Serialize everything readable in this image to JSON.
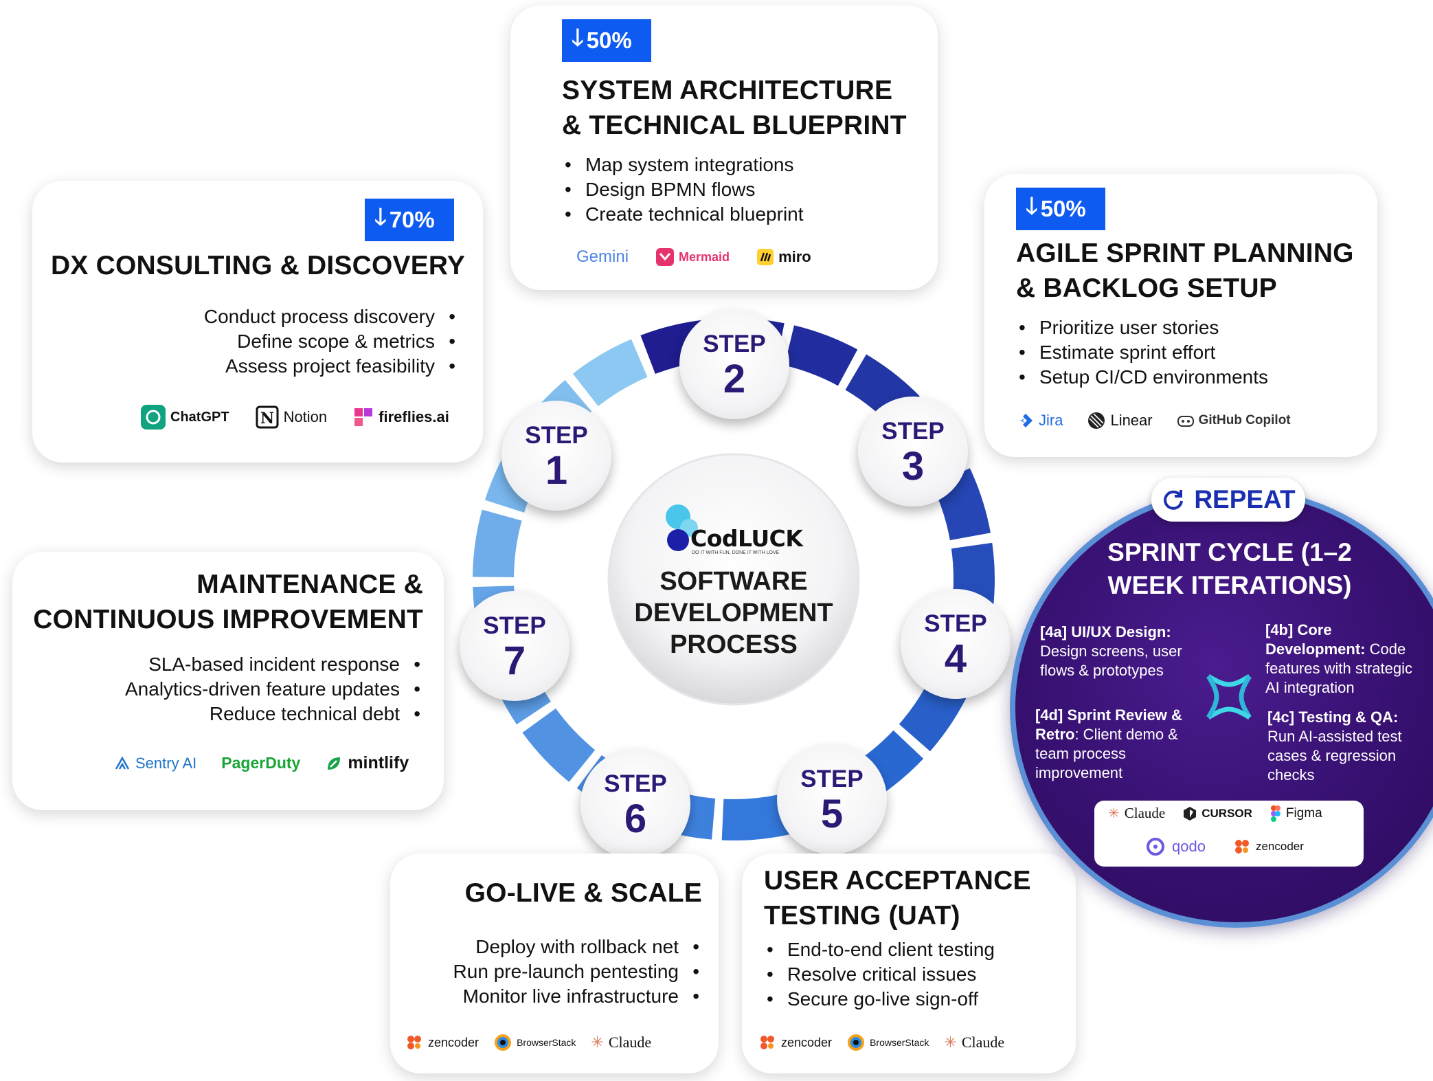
{
  "center": {
    "logo_text": "CodLUCK",
    "tagline": "DO IT WITH FUN, DONE IT WITH LOVE",
    "title_line1": "SOFTWARE",
    "title_line2": "DEVELOPMENT",
    "title_line3": "PROCESS"
  },
  "steps": [
    {
      "label": "STEP",
      "num": "1"
    },
    {
      "label": "STEP",
      "num": "2"
    },
    {
      "label": "STEP",
      "num": "3"
    },
    {
      "label": "STEP",
      "num": "4"
    },
    {
      "label": "STEP",
      "num": "5"
    },
    {
      "label": "STEP",
      "num": "6"
    },
    {
      "label": "STEP",
      "num": "7"
    }
  ],
  "cards": {
    "dx": {
      "badge": "70%",
      "title": "DX CONSULTING & DISCOVERY",
      "bullets": [
        "Conduct process discovery",
        "Define scope & metrics",
        "Assess project feasibility"
      ],
      "tools": [
        "ChatGPT",
        "Notion",
        "fireflies.ai"
      ]
    },
    "arch": {
      "badge": "50%",
      "title_line1": "SYSTEM ARCHITECTURE",
      "title_line2": "& TECHNICAL BLUEPRINT",
      "bullets": [
        "Map system integrations",
        "Design BPMN flows",
        "Create technical blueprint"
      ],
      "tools": [
        "Gemini",
        "Mermaid",
        "miro"
      ]
    },
    "agile": {
      "badge": "50%",
      "title_line1": "AGILE SPRINT PLANNING",
      "title_line2": "& BACKLOG SETUP",
      "bullets": [
        "Prioritize user stories",
        "Estimate sprint effort",
        "Setup CI/CD environments"
      ],
      "tools": [
        "Jira",
        "Linear",
        "GitHub Copilot"
      ]
    },
    "maint": {
      "title_line1": "MAINTENANCE &",
      "title_line2": "CONTINUOUS IMPROVEMENT",
      "bullets": [
        "SLA-based incident response",
        "Analytics-driven feature updates",
        "Reduce technical debt"
      ],
      "tools": [
        "Sentry AI",
        "PagerDuty",
        "mintlify"
      ]
    },
    "golive": {
      "title": "GO-LIVE & SCALE",
      "bullets": [
        "Deploy with rollback net",
        "Run pre-launch pentesting",
        "Monitor live infrastructure"
      ],
      "tools": [
        "zencoder",
        "BrowserStack",
        "Claude"
      ]
    },
    "uat": {
      "title_line1": "USER ACCEPTANCE",
      "title_line2": "TESTING (UAT)",
      "bullets": [
        "End-to-end client testing",
        "Resolve critical issues",
        "Secure go-live sign-off"
      ],
      "tools": [
        "zencoder",
        "BrowserStack",
        "Claude"
      ]
    }
  },
  "sprint": {
    "repeat_label": "REPEAT",
    "title_line1": "SPRINT CYCLE (1–2",
    "title_line2": "WEEK ITERATIONS)",
    "a_head": "[4a] UI/UX Design:",
    "a_text": "Design screens, user flows & prototypes",
    "b_head": "[4b] Core Development:",
    "b_text": "Code features with strategic AI integration",
    "c_head": "[4c] Testing & QA:",
    "c_text": "Run AI-assisted test cases & regression checks",
    "d_head": "[4d] Sprint Review & Retro",
    "d_text": ": Client demo & team process improvement",
    "tools_row1": [
      "Claude",
      "CURSOR",
      "Figma"
    ],
    "tools_row2": [
      "qodo",
      "zencoder"
    ]
  },
  "colors": {
    "badge_blue": "#0d5bf0",
    "step_text": "#2c1975",
    "sprint_bg": "#3a0f78",
    "ring_dark": "#1f1d8f",
    "ring_light": "#5aa3e8"
  }
}
